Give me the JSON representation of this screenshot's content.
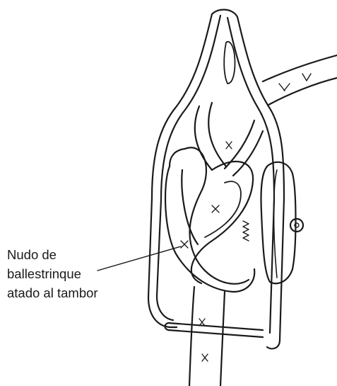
{
  "annotation": {
    "lines": [
      "Nudo de",
      "ballestrinque",
      "atado al tambor"
    ]
  },
  "colors": {
    "ink": "#1a1a1a",
    "background": "#ffffff"
  },
  "icons": {
    "main_illustration": "rope-clove-hitch-on-drum-icon"
  }
}
